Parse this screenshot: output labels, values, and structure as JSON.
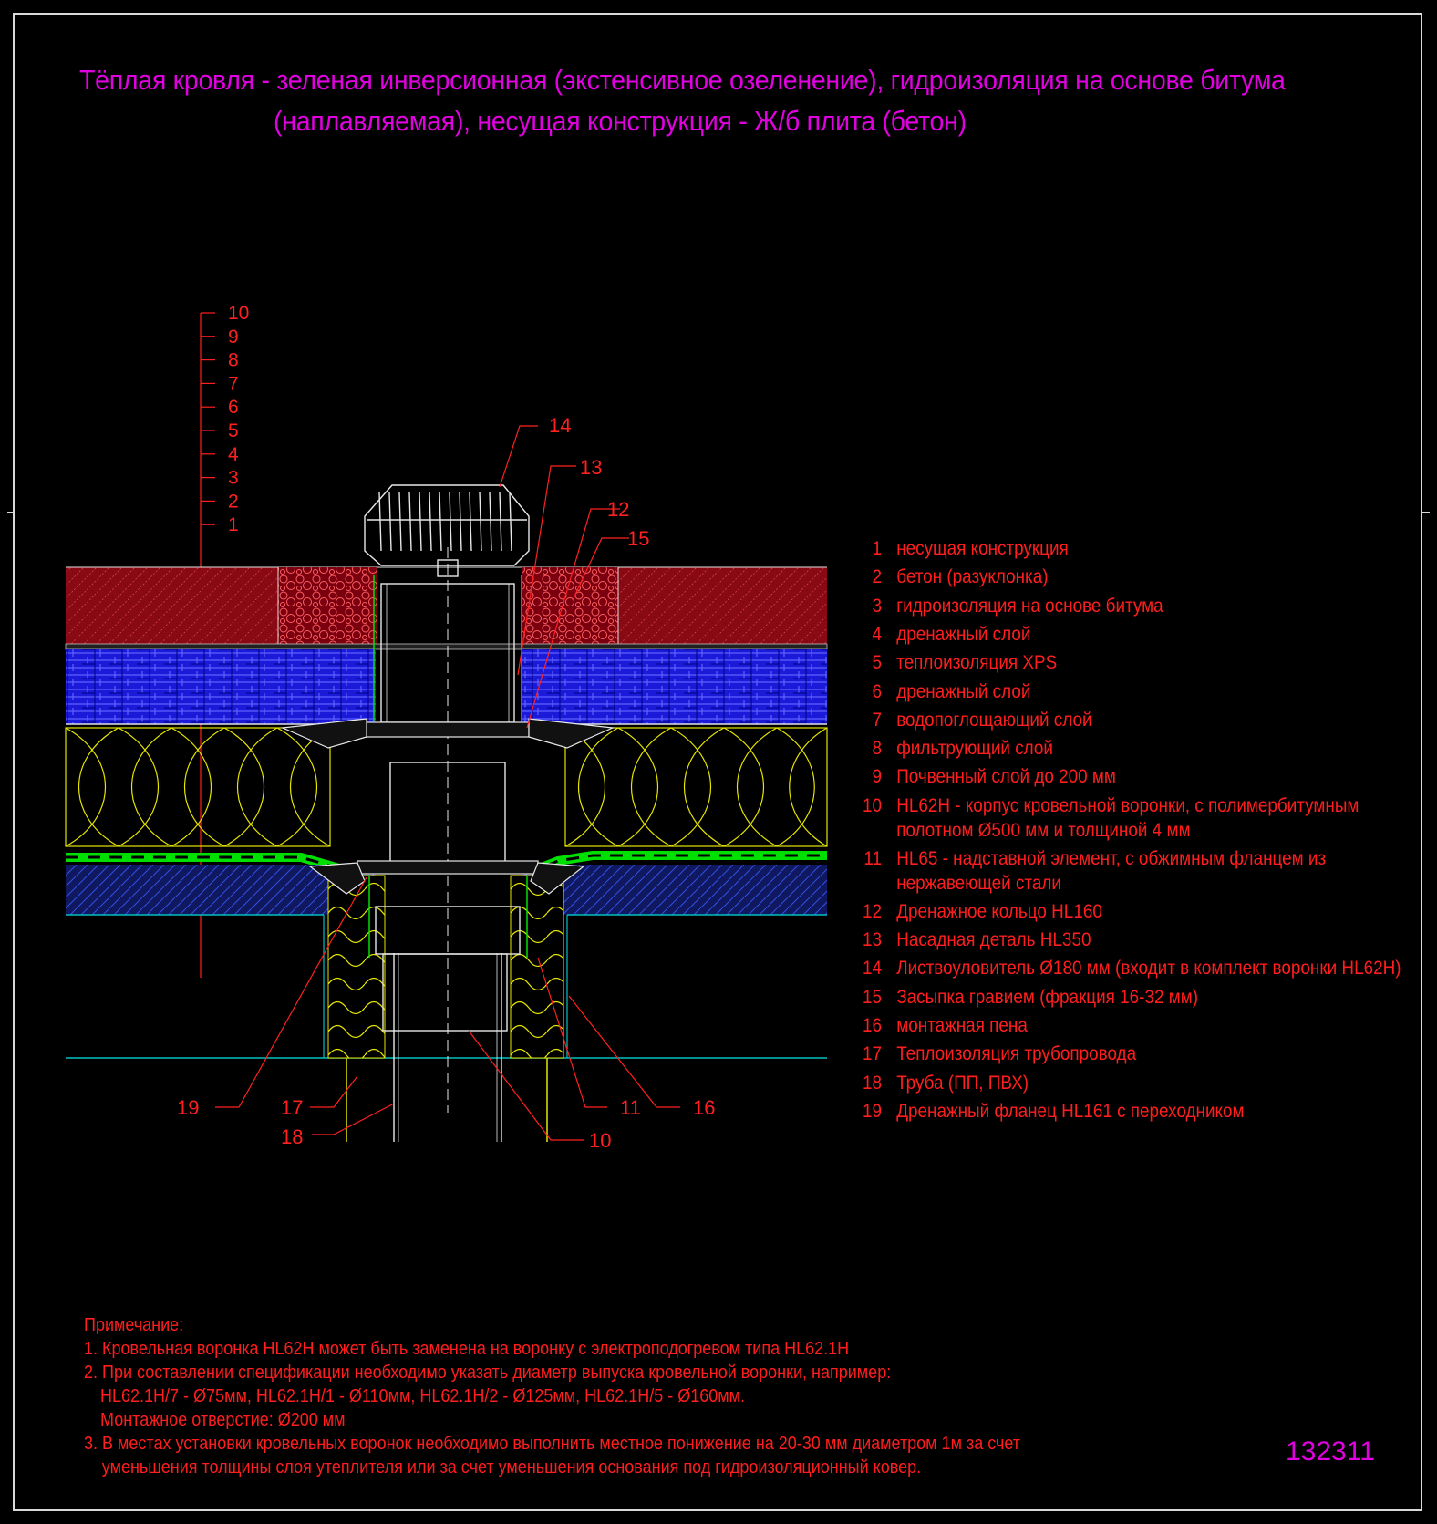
{
  "title": {
    "line1": "Тёплая кровля - зеленая инверсионная (экстенсивное озеленение), гидроизоляция на основе битума",
    "line2": "(наплавляемая), несущая конструкция - Ж/б плита (бетон)"
  },
  "scale_labels": [
    "10",
    "9",
    "8",
    "7",
    "6",
    "5",
    "4",
    "3",
    "2",
    "1"
  ],
  "callouts": [
    {
      "id": "14",
      "text": "14"
    },
    {
      "id": "13",
      "text": "13"
    },
    {
      "id": "12",
      "text": "12"
    },
    {
      "id": "15",
      "text": "15"
    },
    {
      "id": "19",
      "text": "19"
    },
    {
      "id": "17",
      "text": "17"
    },
    {
      "id": "18",
      "text": "18"
    },
    {
      "id": "11",
      "text": "11"
    },
    {
      "id": "16",
      "text": "16"
    },
    {
      "id": "10",
      "text": "10"
    }
  ],
  "legend": [
    {
      "num": "1",
      "text": "несущая конструкция"
    },
    {
      "num": "2",
      "text": "бетон (разуклонка)"
    },
    {
      "num": "3",
      "text": "гидроизоляция на основе битума"
    },
    {
      "num": "4",
      "text": "дренажный   слой"
    },
    {
      "num": "5",
      "text": "теплоизоляция XPS"
    },
    {
      "num": "6",
      "text": "дренажный   слой"
    },
    {
      "num": "7",
      "text": "водопоглощающий слой"
    },
    {
      "num": "8",
      "text": "фильтрующий слой"
    },
    {
      "num": "9",
      "text": "Почвенный слой до 200 мм"
    },
    {
      "num": "10",
      "text": "HL62H - корпус кровельной воронки, с полимербитумным",
      "text2": "полотном Ø500 мм и толщиной 4 мм"
    },
    {
      "num": "11",
      "text": "HL65 - надставной элемент, с обжимным фланцем из",
      "text2": "нержавеющей стали"
    },
    {
      "num": "12",
      "text": "Дренажное кольцо HL160"
    },
    {
      "num": "13",
      "text": "Насадная деталь HL350"
    },
    {
      "num": "14",
      "text": "Листвоуловитель Ø180 мм (входит в комплект воронки HL62H)"
    },
    {
      "num": "15",
      "text": "Засыпка гравием (фракция 16-32 мм)"
    },
    {
      "num": "16",
      "text": "монтажная пена"
    },
    {
      "num": "17",
      "text": "Теплоизоляция трубопровода"
    },
    {
      "num": "18",
      "text": "Труба (ПП, ПВХ)"
    },
    {
      "num": "19",
      "text": "Дренажный фланец HL161 с переходником"
    }
  ],
  "notes": {
    "title": "Примечание:",
    "n1": "1. Кровельная воронка HL62H может быть заменена на воронку с электроподогревом типа HL62.1H",
    "n2": "2. При составлении спецификации необходимо указать диаметр выпуска кровельной воронки, например:",
    "n2a": "HL62.1H/7 - Ø75мм, HL62.1H/1 - Ø110мм, HL62.1H/2 - Ø125мм, HL62.1H/5 - Ø160мм.",
    "n2b": "Монтажное отверстие: Ø200 мм",
    "n3": "3. В местах установки кровельных воронок необходимо выполнить местное понижение на 20-30 мм диаметром 1м за счет",
    "n3a": "уменьшения толщины слоя утеплителя или за счет уменьшения основания под гидроизоляционный ковер."
  },
  "drawing_code": "132311",
  "colors": {
    "background": "#000000",
    "title": "#e000e0",
    "red_text": "#ff1e1e",
    "soil_red": "#b0101a",
    "xps_blue": "#1a1ad8",
    "wool_yellow": "#e6e600",
    "membrane_green": "#00e000",
    "concrete_blue": "#1a2a9a",
    "pipe_white": "#e8e8e8"
  }
}
